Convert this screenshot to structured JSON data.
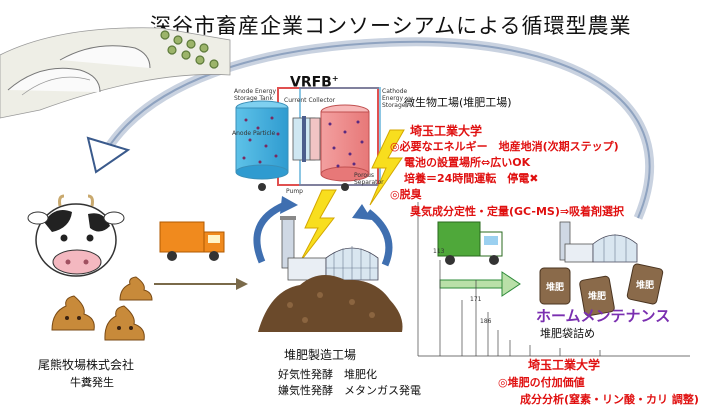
{
  "title": "深谷市畜産企業コンソーシアムによる循環型農業",
  "vrfb": {
    "label": "VRFB",
    "sup": "+",
    "parts": {
      "anode_tank": "Anode Energy Storage Tank",
      "current_collector": "Current Collector",
      "cathode_tank": "Cathode Energy Storage",
      "anode_particle": "Anode Particle",
      "separator": "Porous Separator",
      "pump": "Pump"
    }
  },
  "microbe_factory": "微生物工場(堆肥工場)",
  "saitama_top": {
    "name": "埼玉工業大学",
    "lines": [
      "◎必要なエネルギー　地産地消(次期ステップ)",
      "電池の設置場所⇔広いOK",
      "培養＝24時間運転　停電✖",
      "◎脱臭",
      "臭気成分定性・定量(GC-MS)⇒吸着剤選択"
    ]
  },
  "ms_labels": [
    "113",
    "171",
    "186"
  ],
  "compost_bag_label": "堆肥",
  "home_maintenance": "ホームメンテナンス",
  "compost_bagging": "堆肥袋詰め",
  "farm": {
    "name": "尾熊牧場株式会社",
    "sub": "牛糞発生"
  },
  "compost_plant": {
    "name": "堆肥製造工場",
    "lines": [
      "好気性発酵　堆肥化",
      "嫌気性発酵　メタンガス発電"
    ]
  },
  "saitama_bottom": {
    "name": "埼玉工業大学",
    "lines": [
      "◎堆肥の付加価値",
      "成分分析(窒素・リン酸・カリ 調整)"
    ]
  },
  "colors": {
    "accent_red": "#e01010",
    "purple": "#7a2fb0",
    "arrow_green": "#2e8b3a",
    "truck_orange": "#f08a1e"
  }
}
